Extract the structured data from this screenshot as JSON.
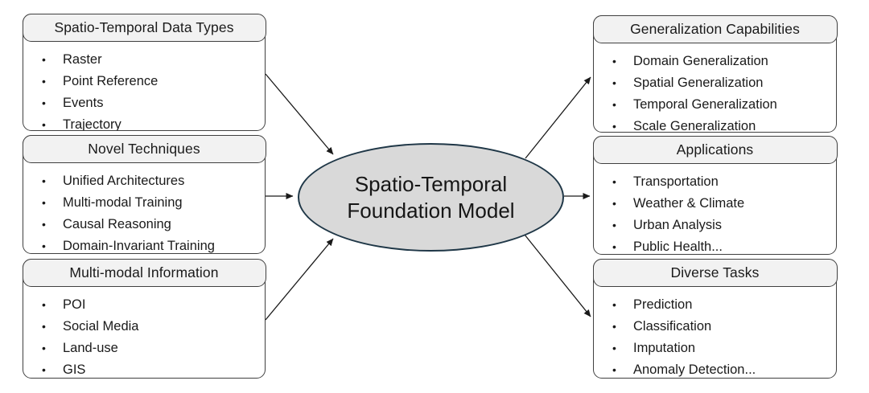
{
  "diagram": {
    "center": {
      "title_lines": [
        "Spatio-Temporal",
        "Foundation Model"
      ]
    },
    "left_boxes": [
      {
        "title": "Spatio-Temporal Data Types",
        "items": [
          "Raster",
          "Point Reference",
          "Events",
          "Trajectory"
        ]
      },
      {
        "title": "Novel Techniques",
        "items": [
          "Unified Architectures",
          "Multi-modal Training",
          "Causal Reasoning",
          "Domain-Invariant Training"
        ]
      },
      {
        "title": "Multi-modal Information",
        "items": [
          "POI",
          "Social Media",
          "Land-use",
          "GIS"
        ]
      }
    ],
    "right_boxes": [
      {
        "title": "Generalization Capabilities",
        "items": [
          "Domain Generalization",
          "Spatial Generalization",
          "Temporal Generalization",
          "Scale Generalization"
        ]
      },
      {
        "title": "Applications",
        "items": [
          "Transportation",
          "Weather & Climate",
          "Urban Analysis",
          "Public Health..."
        ]
      },
      {
        "title": "Diverse Tasks",
        "items": [
          "Prediction",
          "Classification",
          "Imputation",
          "Anomaly Detection..."
        ]
      }
    ],
    "colors": {
      "box_border": "#404040",
      "box_header_fill": "#f2f2f2",
      "box_body_fill": "#ffffff",
      "ellipse_fill": "#d9d9d9",
      "ellipse_border": "#1f3747",
      "arrow": "#1a1a1a",
      "text": "#1a1a1a"
    }
  }
}
